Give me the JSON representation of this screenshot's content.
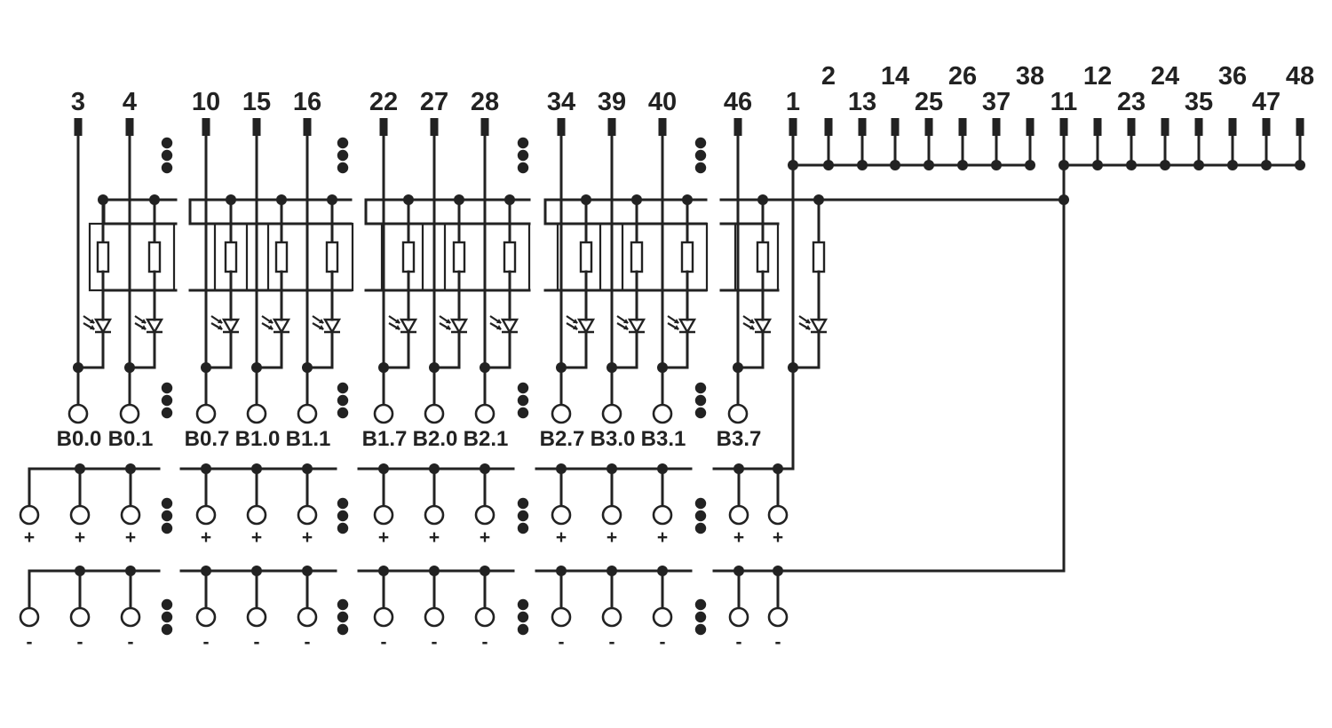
{
  "colors": {
    "ink": "#222222",
    "background": "#ffffff"
  },
  "channels": [
    {
      "pin": "3",
      "label": "B0.0"
    },
    {
      "pin": "4",
      "label": "B0.1"
    },
    {
      "pin": "10",
      "label": "B0.7"
    },
    {
      "pin": "15",
      "label": "B1.0"
    },
    {
      "pin": "16",
      "label": "B1.1"
    },
    {
      "pin": "22",
      "label": "B1.7"
    },
    {
      "pin": "27",
      "label": "B2.0"
    },
    {
      "pin": "28",
      "label": "B2.1"
    },
    {
      "pin": "34",
      "label": "B2.7"
    },
    {
      "pin": "39",
      "label": "B3.0"
    },
    {
      "pin": "40",
      "label": "B3.1"
    },
    {
      "pin": "46",
      "label": "B3.7"
    }
  ],
  "plus_bus_pins": [
    "1",
    "2",
    "13",
    "14",
    "25",
    "26",
    "37",
    "38"
  ],
  "minus_bus_pins": [
    "11",
    "12",
    "23",
    "24",
    "35",
    "36",
    "47",
    "48"
  ],
  "plus_sign": "+",
  "minus_sign": "-",
  "ellipsis_icon": "vertical-dots-icon",
  "component_icons": [
    "resistor-icon",
    "led-icon",
    "terminal-icon",
    "connector-pin-icon"
  ]
}
